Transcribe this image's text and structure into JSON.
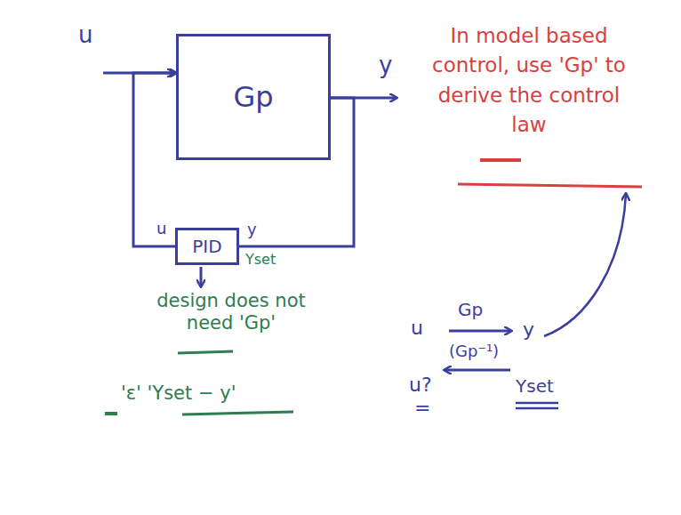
{
  "diagram": {
    "nodes": [
      {
        "text": [
          "Gp"
        ]
      },
      {
        "text": [
          "PID"
        ]
      }
    ],
    "edges": [
      {
        "from": 0,
        "to": 1,
        "arrow": "none"
      },
      {
        "from": 1,
        "to": 0,
        "arrow": "to"
      }
    ],
    "labels": [
      "u",
      "y",
      "u",
      "y",
      "Yset",
      "design does not need 'Gp'",
      "'ε' 'Yset − y'",
      "In model based control, use 'Gp' to derive the control law",
      "u",
      "Gp",
      "(Gp⁻¹)",
      "y",
      "u?",
      "=",
      "Yset"
    ]
  }
}
